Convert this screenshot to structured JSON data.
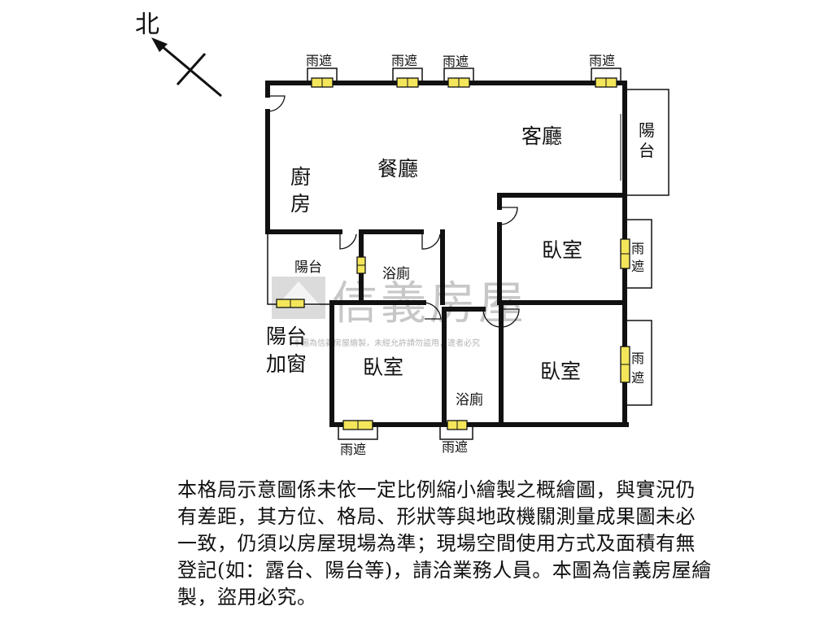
{
  "compass": {
    "label": "北"
  },
  "rooms": {
    "living": "客廳",
    "dining": "餐廳",
    "kitchen_1": "廚",
    "kitchen_2": "房",
    "balcony_right_1": "陽",
    "balcony_right_2": "台",
    "balcony_small": "陽台",
    "bath_upper": "浴廁",
    "bath_lower": "浴廁",
    "bedroom_upper_right": "臥室",
    "bedroom_lower_right": "臥室",
    "bedroom_lower_left": "臥室",
    "balcony_window_1": "陽台",
    "balcony_window_2": "加窗"
  },
  "awnings": {
    "label": "雨遮",
    "side_1": "雨",
    "side_2": "遮"
  },
  "watermark": {
    "brand": "信義房屋",
    "notice": "本圖為信義房屋繪製，未經允許請勿盜用，違者必究"
  },
  "disclaimer": "本格局示意圖係未依一定比例縮小繪製之概繪圖，與實況仍有差距，其方位、格局、形狀等與地政機關測量成果圖未必一致，仍須以房屋現場為準；現場空間使用方式及面積有無登記(如：露台、陽台等)，請洽業務人員。本圖為信義房屋繪製，盜用必究。"
}
